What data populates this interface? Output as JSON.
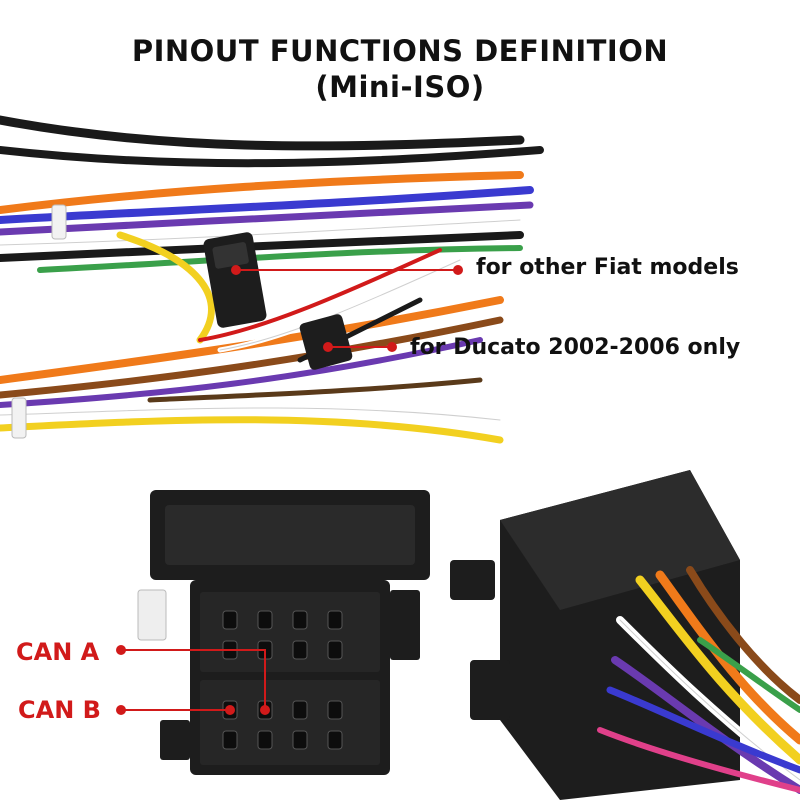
{
  "title": {
    "line1": "PINOUT FUNCTIONS DEFINITION",
    "line2": "(Mini-ISO)"
  },
  "callouts": {
    "fiat": "for other Fiat models",
    "ducato": "for Ducato 2002-2006 only"
  },
  "pins": {
    "can_a": "CAN A",
    "can_b": "CAN B"
  },
  "colors": {
    "accent_red": "#d11a1a",
    "connector_black": "#1d1d1d",
    "text": "#111111"
  }
}
